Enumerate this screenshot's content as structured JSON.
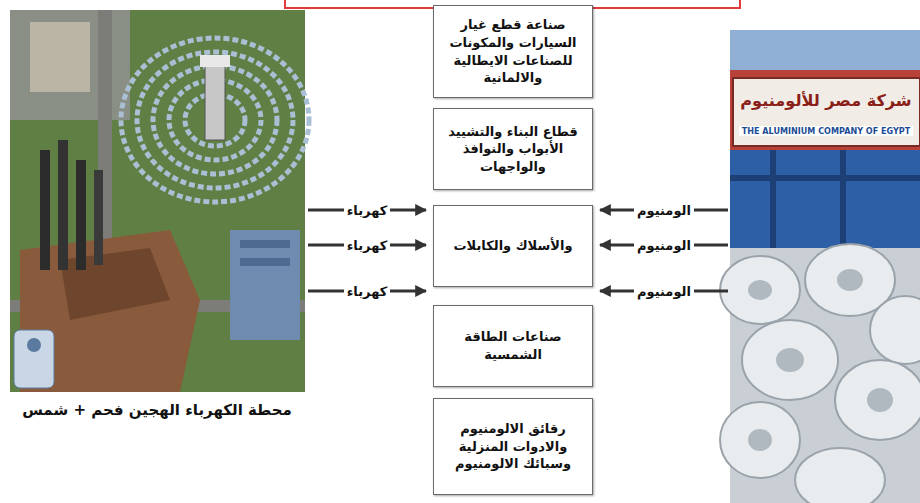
{
  "diagram": {
    "nodes": [
      {
        "text": [
          "صناعة قطع غيار السيارات والمكونات للصناعات الايطالية والالمانية"
        ]
      },
      {
        "text": [
          "قطاع البناء والتشييد الأبواب والنوافذ والواجهات"
        ]
      },
      {
        "text": [
          "والأسلاك والكابلات"
        ]
      },
      {
        "text": [
          "صناعات الطاقة الشمسية"
        ]
      },
      {
        "text": [
          "رقائق الالومنيوم والادوات المنزلية وسبائك الالومنيوم"
        ]
      }
    ],
    "labels": [
      "كهرباء",
      "كهرباء",
      "كهرباء",
      "الومنيوم",
      "الومنيوم",
      "الومنيوم",
      "محطة الكهرباء الهجين فحم + شمس",
      "شركة مصر للألومنيوم",
      "THE ALUMINIUM COMPANY OF EGYPT"
    ]
  }
}
